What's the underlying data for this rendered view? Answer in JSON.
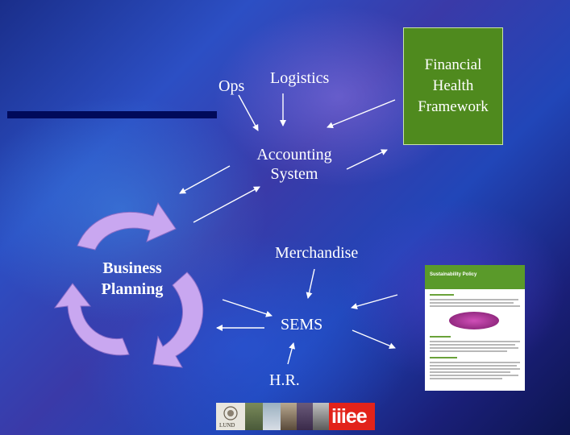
{
  "nodes": {
    "ops": "Ops",
    "logistics": "Logistics",
    "financial": [
      "Financial",
      "Health",
      "Framework"
    ],
    "accounting": [
      "Accounting",
      "System"
    ],
    "business": [
      "Business",
      "Planning"
    ],
    "merchandise": "Merchandise",
    "sems": "SEMS",
    "hr": "H.R."
  },
  "document": {
    "title": "Sustainability Policy"
  },
  "logos": {
    "lund": "LUND",
    "iiiee": "iiiee"
  },
  "colors": {
    "financial_box": "#4f8a1e",
    "cycle_arrows": "#c9a7f0",
    "iiiee_red": "#e2231a"
  }
}
